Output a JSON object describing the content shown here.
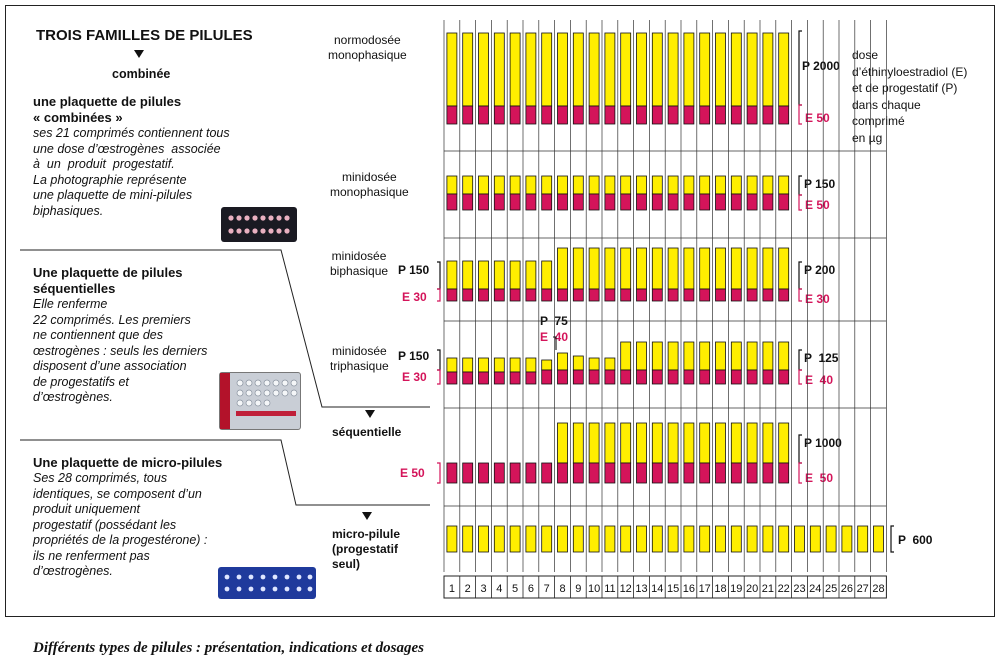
{
  "title": "TROIS FAMILLES DE PILULES",
  "combinee_label": "combinée",
  "block1": {
    "heading": "une plaquette de pilules\n« combinées »",
    "body": "ses 21 comprimés contiennent tous\nune dose d’œstrogènes  associée\nà  un  produit  progestatif.\nLa photographie représente\nune plaquette de mini-pilules\nbiphasiques."
  },
  "block2": {
    "heading": "Une plaquette de pilules\nséquentielles",
    "body": "Elle renferme\n22 comprimés. Les premiers\nne contiennent que des\nœstrogènes : seuls les derniers\ndisposent d’une association\nde progestatifs et\nd’œstrogènes."
  },
  "block3": {
    "heading": "Une plaquette de micro-pilules",
    "body": "Ses 28 comprimés, tous\nidentiques, se composent d’un\nproduit uniquement\nprogestatif (possédant les\npropriétés de la progestérone) :\nils ne renferment pas\nd’œstrogènes."
  },
  "rows": {
    "r1": {
      "label": "normodosée\nmonophasique",
      "right_p": "P 2000",
      "right_e": "E 50"
    },
    "r2": {
      "label": "minidosée\nmonophasique",
      "right_p": "P 150",
      "right_e": "E 50"
    },
    "r3": {
      "label": "minidosée\nbiphasique",
      "left_p": "P 150",
      "left_e": "E 30",
      "right_p": "P 200",
      "right_e": "E 30"
    },
    "r4": {
      "label": "minidosée\ntriphasique",
      "left_p": "P 150",
      "left_e": "E 30",
      "mid_p": "P  75",
      "mid_e": "E  40",
      "right_p": "P  125",
      "right_e": "E  40"
    },
    "r5": {
      "label": "séquentielle",
      "left_e": "E  50",
      "right_p": "P 1000",
      "right_e": "E  50"
    },
    "r6": {
      "label": "micro-pilule\n(progestatif\nseul)",
      "right_p": "P  600"
    }
  },
  "dose_note": "dose\nd’éthinyloestradiol (E)\net de progestatif (P)\ndans chaque\ncomprimé\nen µg",
  "days": [
    "1",
    "2",
    "3",
    "4",
    "5",
    "6",
    "7",
    "8",
    "9",
    "10",
    "11",
    "12",
    "13",
    "14",
    "15",
    "16",
    "17",
    "18",
    "19",
    "20",
    "21",
    "22",
    "23",
    "24",
    "25",
    "26",
    "27",
    "28"
  ],
  "caption": "Différents types de pilules : présentation, indications et dosages",
  "colors": {
    "progestatif": "#ffee00",
    "estrogen": "#d4145a",
    "outline": "#111111"
  },
  "chart_data": {
    "type": "bar",
    "x": [
      1,
      2,
      3,
      4,
      5,
      6,
      7,
      8,
      9,
      10,
      11,
      12,
      13,
      14,
      15,
      16,
      17,
      18,
      19,
      20,
      21,
      22,
      23,
      24,
      25,
      26,
      27,
      28
    ],
    "series": [
      {
        "name": "normodosée monophasique",
        "E": [
          50,
          50,
          50,
          50,
          50,
          50,
          50,
          50,
          50,
          50,
          50,
          50,
          50,
          50,
          50,
          50,
          50,
          50,
          50,
          50,
          50,
          50,
          null,
          null,
          null,
          null,
          null,
          null
        ],
        "P": [
          2000,
          2000,
          2000,
          2000,
          2000,
          2000,
          2000,
          2000,
          2000,
          2000,
          2000,
          2000,
          2000,
          2000,
          2000,
          2000,
          2000,
          2000,
          2000,
          2000,
          2000,
          2000,
          null,
          null,
          null,
          null,
          null,
          null
        ]
      },
      {
        "name": "minidosée monophasique",
        "E": [
          50,
          50,
          50,
          50,
          50,
          50,
          50,
          50,
          50,
          50,
          50,
          50,
          50,
          50,
          50,
          50,
          50,
          50,
          50,
          50,
          50,
          50,
          null,
          null,
          null,
          null,
          null,
          null
        ],
        "P": [
          150,
          150,
          150,
          150,
          150,
          150,
          150,
          150,
          150,
          150,
          150,
          150,
          150,
          150,
          150,
          150,
          150,
          150,
          150,
          150,
          150,
          150,
          null,
          null,
          null,
          null,
          null,
          null
        ]
      },
      {
        "name": "minidosée biphasique",
        "E": [
          30,
          30,
          30,
          30,
          30,
          30,
          30,
          30,
          30,
          30,
          30,
          30,
          30,
          30,
          30,
          30,
          30,
          30,
          30,
          30,
          30,
          30,
          null,
          null,
          null,
          null,
          null,
          null
        ],
        "P": [
          150,
          150,
          150,
          150,
          150,
          150,
          150,
          200,
          200,
          200,
          200,
          200,
          200,
          200,
          200,
          200,
          200,
          200,
          200,
          200,
          200,
          200,
          null,
          null,
          null,
          null,
          null,
          null
        ]
      },
      {
        "name": "minidosée triphasique",
        "E": [
          30,
          30,
          30,
          30,
          30,
          30,
          40,
          40,
          40,
          40,
          40,
          40,
          40,
          40,
          40,
          40,
          40,
          40,
          40,
          40,
          40,
          40,
          null,
          null,
          null,
          null,
          null,
          null
        ],
        "P": [
          150,
          150,
          150,
          150,
          150,
          150,
          75,
          75,
          75,
          75,
          75,
          125,
          125,
          125,
          125,
          125,
          125,
          125,
          125,
          125,
          125,
          125,
          null,
          null,
          null,
          null,
          null,
          null
        ]
      },
      {
        "name": "séquentielle",
        "E": [
          50,
          50,
          50,
          50,
          50,
          50,
          50,
          50,
          50,
          50,
          50,
          50,
          50,
          50,
          50,
          50,
          50,
          50,
          50,
          50,
          50,
          50,
          null,
          null,
          null,
          null,
          null,
          null
        ],
        "P": [
          0,
          0,
          0,
          0,
          0,
          0,
          0,
          1000,
          1000,
          1000,
          1000,
          1000,
          1000,
          1000,
          1000,
          1000,
          1000,
          1000,
          1000,
          1000,
          1000,
          1000,
          null,
          null,
          null,
          null,
          null,
          null
        ]
      },
      {
        "name": "micro-pilule",
        "E": [
          0,
          0,
          0,
          0,
          0,
          0,
          0,
          0,
          0,
          0,
          0,
          0,
          0,
          0,
          0,
          0,
          0,
          0,
          0,
          0,
          0,
          0,
          0,
          0,
          0,
          0,
          0,
          0
        ],
        "P": [
          600,
          600,
          600,
          600,
          600,
          600,
          600,
          600,
          600,
          600,
          600,
          600,
          600,
          600,
          600,
          600,
          600,
          600,
          600,
          600,
          600,
          600,
          600,
          600,
          600,
          600,
          600,
          600
        ]
      }
    ]
  }
}
